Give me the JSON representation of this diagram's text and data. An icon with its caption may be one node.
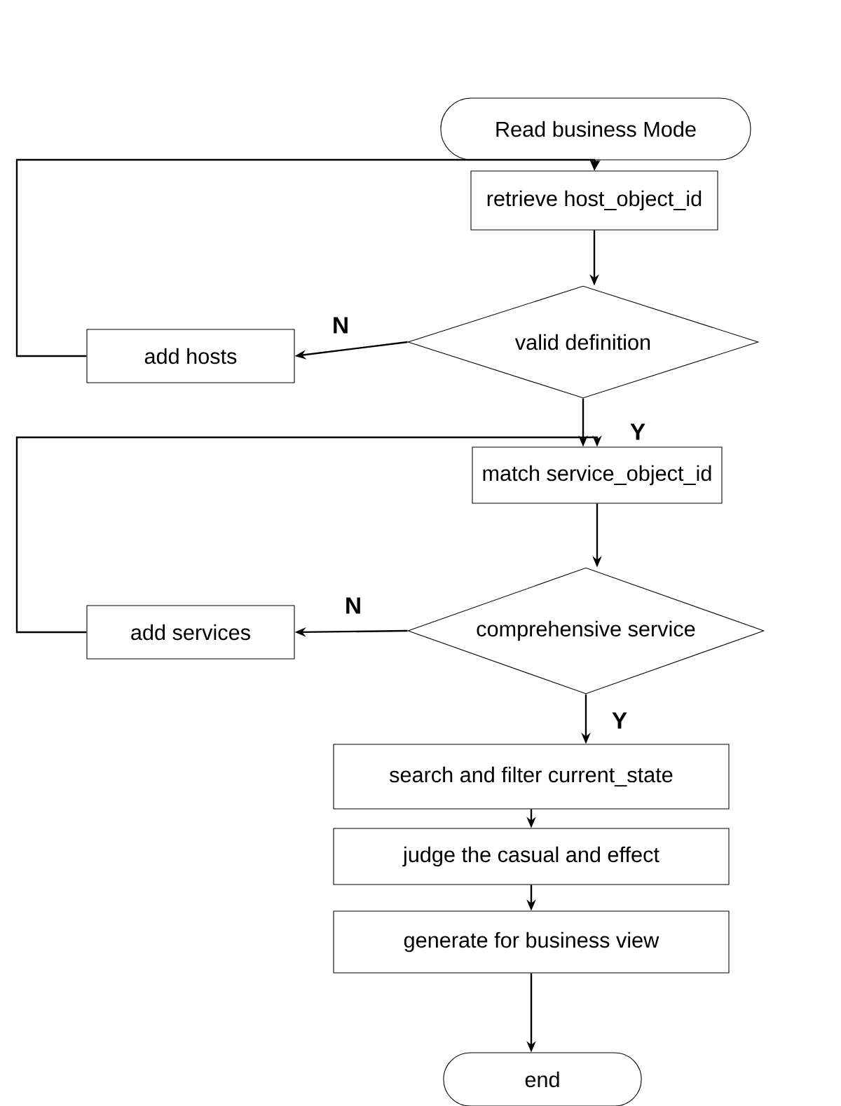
{
  "diagram": {
    "nodes": [
      {
        "text": [
          "Read business Mode"
        ]
      },
      {
        "text": [
          "retrieve host_object_id"
        ]
      },
      {
        "text": [
          "valid definition"
        ]
      },
      {
        "text": [
          "add hosts"
        ]
      },
      {
        "text": [
          "match service_object_id"
        ]
      },
      {
        "text": [
          "comprehensive service"
        ]
      },
      {
        "text": [
          "add services"
        ]
      },
      {
        "text": [
          "search and filter current_state"
        ]
      },
      {
        "text": [
          "judge the casual and effect"
        ]
      },
      {
        "text": [
          "generate for business view"
        ]
      },
      {
        "text": [
          "end"
        ]
      }
    ],
    "edges": [
      {
        "from": 0,
        "to": 1,
        "arrow": "to"
      },
      {
        "from": 1,
        "to": 2,
        "arrow": "to"
      },
      {
        "from": 2,
        "to": 3,
        "arrow": "to",
        "label": "N"
      },
      {
        "from": 3,
        "to": 1,
        "arrow": "to"
      },
      {
        "from": 2,
        "to": 4,
        "arrow": "to",
        "label": "Y"
      },
      {
        "from": 4,
        "to": 5,
        "arrow": "to"
      },
      {
        "from": 5,
        "to": 6,
        "arrow": "to",
        "label": "N"
      },
      {
        "from": 6,
        "to": 4,
        "arrow": "to"
      },
      {
        "from": 5,
        "to": 7,
        "arrow": "to",
        "label": "Y"
      },
      {
        "from": 7,
        "to": 8,
        "arrow": "to"
      },
      {
        "from": 8,
        "to": 9,
        "arrow": "to"
      },
      {
        "from": 9,
        "to": 10,
        "arrow": "to"
      }
    ]
  }
}
